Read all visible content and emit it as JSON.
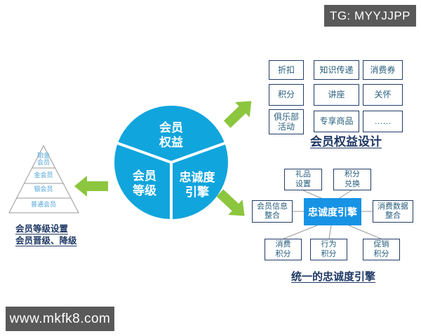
{
  "watermarks": {
    "telegram": "TG: MYYJJPP",
    "website": "www.mkfk8.com"
  },
  "colors": {
    "pie_blue": "#10a5dd",
    "engine_blue": "#1793e5",
    "arrow_green": "#8cc63e",
    "navy_label": "#1f3864",
    "box_border_navy": "#203b66",
    "box_text_blue": "#265e7c",
    "pyramid_text_blue": "#4da2d8",
    "watermark_gray": "#595959",
    "connector_gray": "#999999"
  },
  "pie": {
    "segments": [
      {
        "label": "会员\n权益"
      },
      {
        "label": "会员\n等级"
      },
      {
        "label": "忠诚度\n引擎"
      }
    ]
  },
  "pyramid": {
    "tiers": [
      "铂金\n会员",
      "金会员",
      "银会员",
      "普通会员"
    ],
    "caption_line1": "会员等级设置",
    "caption_line2": "会员晋级、降级"
  },
  "benefits": {
    "items": [
      "折扣",
      "知识传递",
      "消费券",
      "积分",
      "讲座",
      "关怀",
      "俱乐部\n活动",
      "专享商品",
      "……"
    ],
    "caption": "会员权益设计"
  },
  "loyalty": {
    "center": "忠诚度引擎",
    "nodes": [
      "礼品\n设置",
      "积分\n兑换",
      "会员信息\n整合",
      "消费数据\n整合",
      "消费\n积分",
      "行为\n积分",
      "促销\n积分"
    ],
    "caption": "统一的忠诚度引擎"
  }
}
